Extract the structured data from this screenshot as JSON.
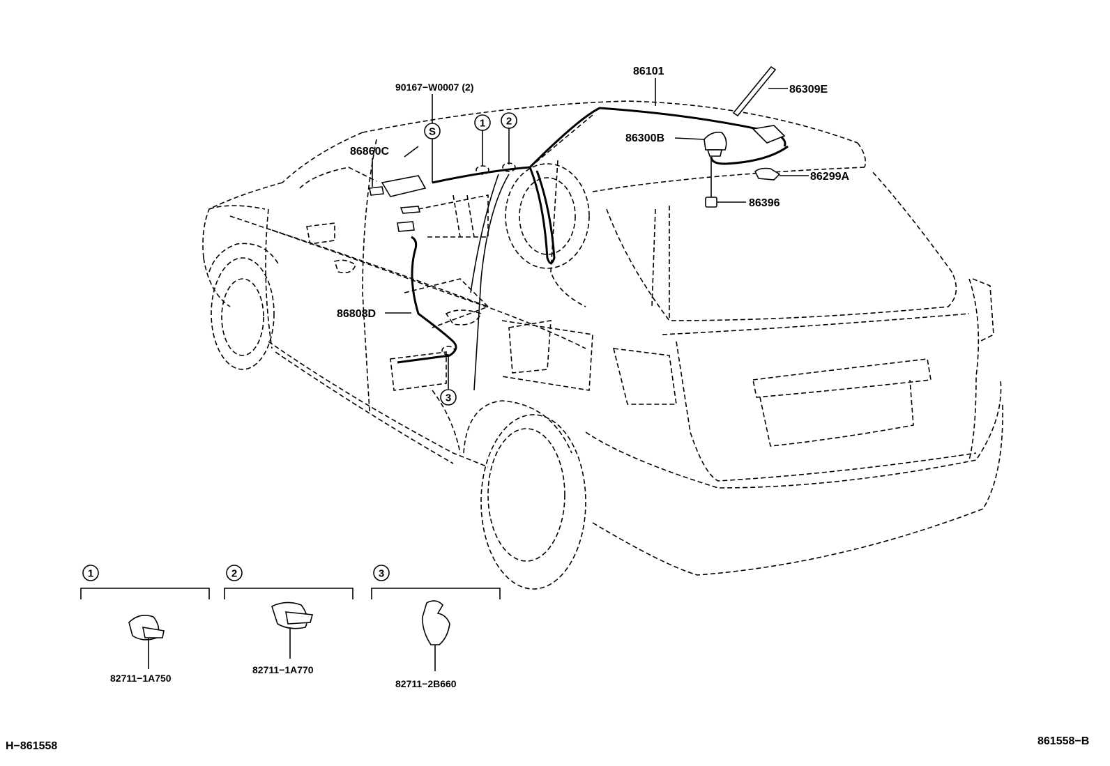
{
  "labels": {
    "p86101": "86101",
    "p86309E": "86309E",
    "p90167": "90167−W0007 (2)",
    "p86860C": "86860C",
    "p86300B": "86300B",
    "p86299A": "86299A",
    "p86396": "86396",
    "p86808D": "86808D"
  },
  "callouts": {
    "s": "S",
    "one": "1",
    "two": "2",
    "three": "3"
  },
  "details": [
    {
      "marker": "1",
      "part": "82711−1A750"
    },
    {
      "marker": "2",
      "part": "82711−1A770"
    },
    {
      "marker": "3",
      "part": "82711−2B660"
    }
  ],
  "footer": {
    "left": "H−861558",
    "right": "861558−B"
  }
}
